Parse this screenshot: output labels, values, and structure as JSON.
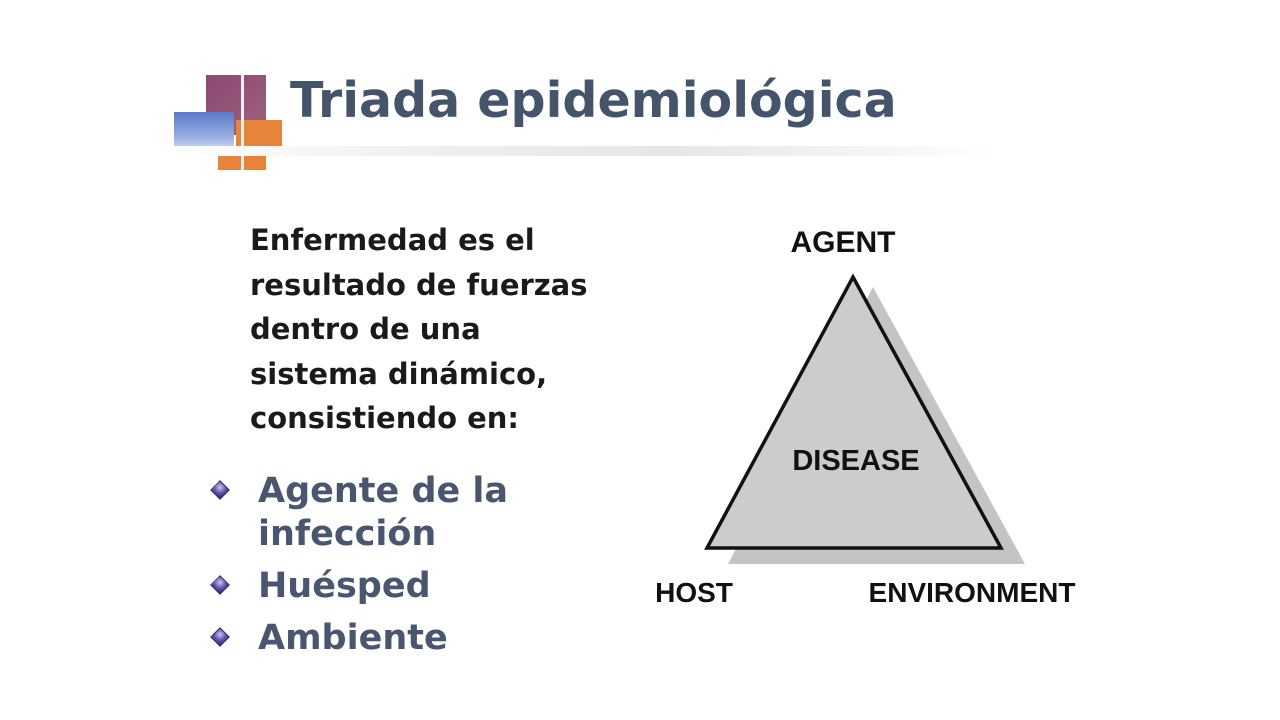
{
  "slide": {
    "title": "Triada epidemiológica",
    "intro_lines": [
      "Enfermedad es el",
      "resultado de fuerzas",
      "dentro de una",
      "sistema dinámico,",
      "consistiendo en:"
    ],
    "bullets": [
      {
        "lines": [
          "Agente de la",
          "infección"
        ]
      },
      {
        "lines": [
          "Huésped"
        ]
      },
      {
        "lines": [
          "Ambiente"
        ]
      }
    ]
  },
  "diagram": {
    "top_label": "AGENT",
    "center_label": "DISEASE",
    "left_label": "HOST",
    "right_label": "ENVIRONMENT"
  },
  "colors": {
    "title": "#44546a",
    "bullet_text": "#4a5670",
    "triangle_fill": "#cccccc",
    "triangle_shadow": "#c4c4c4",
    "accent_purple": "#8a4a72",
    "accent_orange": "#e8843a",
    "accent_blue": "#5a78c8"
  }
}
